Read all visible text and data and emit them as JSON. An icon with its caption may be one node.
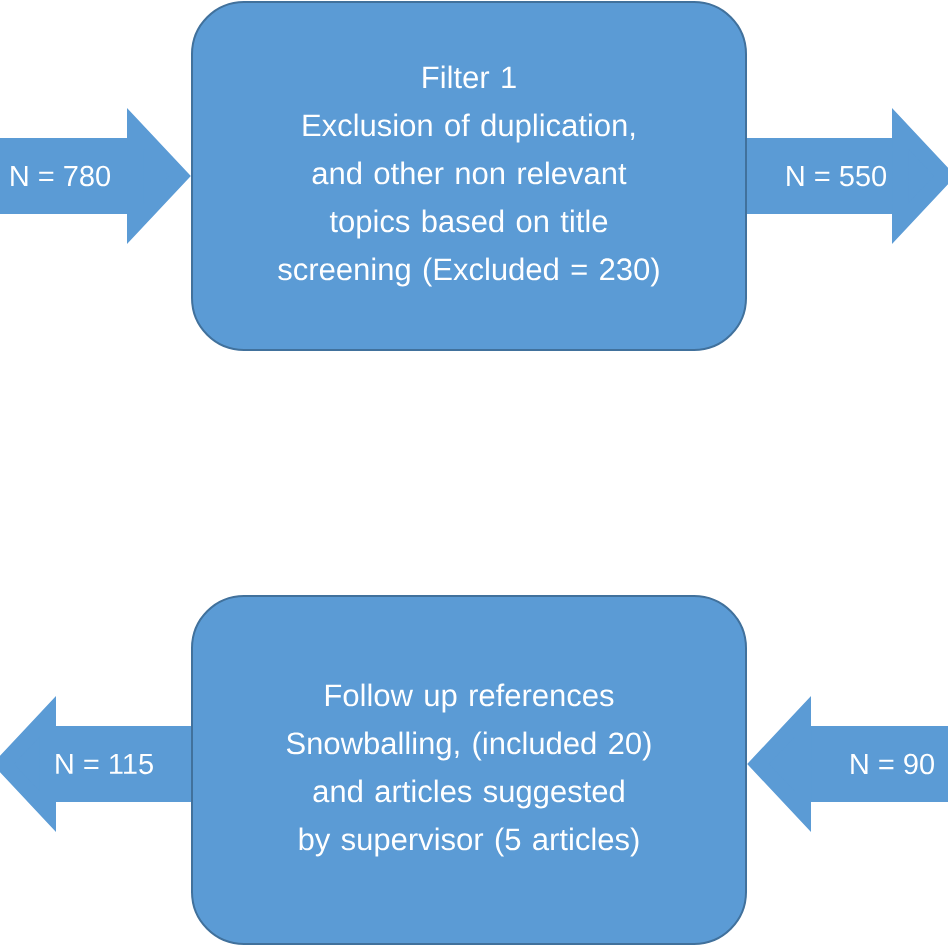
{
  "diagram": {
    "nodes": [
      {
        "text": [
          "Filter 1",
          "Exclusion of duplication, and other non relevant topics based on title screening (Excluded  = 230)"
        ]
      },
      {
        "text": [
          "Follow up references Snowballing, (included 20) and articles suggested by supervisor (5 articles)"
        ]
      }
    ],
    "edges": [
      {
        "from": null,
        "to": 0,
        "arrow": "to",
        "label": "N = 780"
      },
      {
        "from": 0,
        "to": null,
        "arrow": "to",
        "label": "N = 550"
      },
      {
        "from": null,
        "to": 1,
        "arrow": "to",
        "label": "N = 90"
      },
      {
        "from": 1,
        "to": null,
        "arrow": "to",
        "label": "N = 115"
      }
    ]
  }
}
